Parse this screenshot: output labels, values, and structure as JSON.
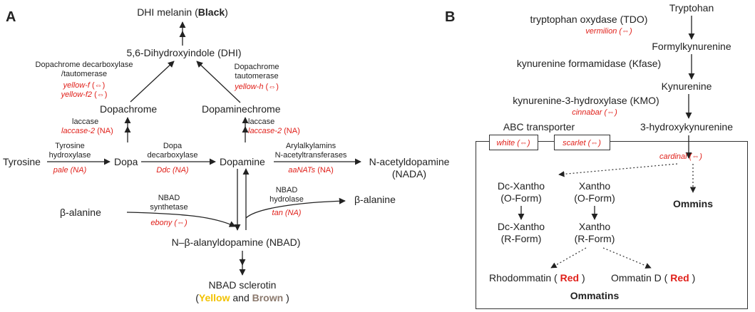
{
  "panel_a": {
    "letter": "A",
    "dhi_melanin_pre": "DHI melanin (",
    "dhi_melanin_color": "Black",
    "dhi_melanin_post": ")",
    "dhi": "5,6-Dihydroxyindole (DHI)",
    "dc_decarb_1": "Dopachrome decarboxylase",
    "dc_decarb_2": "/tautomerase",
    "yellow_f": "yellow-f",
    "yellow_f_sym": "(⇔)",
    "yellow_f2": "yellow-f2",
    "yellow_f2_sym": "(⇔)",
    "dc_taut_1": "Dopachrome",
    "dc_taut_2": "tautomerase",
    "yellow_h": "yellow-h",
    "yellow_h_sym": "(⇔)",
    "dopachrome": "Dopachrome",
    "dopaminechrome": "Dopaminechrome",
    "laccase_1": "laccase",
    "laccase2_1": "laccase-2",
    "laccase2_1_sym": "(NA)",
    "laccase_2": "laccase",
    "laccase2_2": "laccase-2",
    "laccase2_2_sym": "(NA)",
    "tyrosine": "Tyrosine",
    "tyr_hyd_1": "Tyrosine",
    "tyr_hyd_2": "hydroxylase",
    "pale": "pale (NA)",
    "dopa": "Dopa",
    "dopa_decarb_1": "Dopa",
    "dopa_decarb_2": "decarboxylase",
    "ddc": "Ddc (NA)",
    "dopamine": "Dopamine",
    "aryl_1": "Arylalkylamins",
    "aryl_2": "N-acetyltransferases",
    "aanats": "aaNATs",
    "aanats_sym": "(NA)",
    "nada_1": "N-acetyldopamine",
    "nada_2": "(NADA)",
    "nbad_hyd_1": "NBAD",
    "nbad_hyd_2": "hydrolase",
    "tan": "tan (NA)",
    "beta_alanine_right": "β-alanine",
    "beta_alanine_left": "β-alanine",
    "nbad_syn_1": "NBAD",
    "nbad_syn_2": "synthetase",
    "ebony": "ebony (⇔)",
    "nbad": "N–β-alanyldopamine (NBAD)",
    "sclerotin": "NBAD sclerotin",
    "scl_open": "(",
    "scl_yellow": "Yellow",
    "scl_and": "and",
    "scl_brown": "Brown",
    "scl_close": ")"
  },
  "panel_b": {
    "letter": "B",
    "tryptophan": "Tryptohan",
    "tdo": "tryptophan oxydase (TDO)",
    "vermilion": "vermilion (⇔)",
    "formylkyn": "Formylkynurenine",
    "kfase": "kynurenine formamidase (Kfase)",
    "kynurenine": "Kynurenine",
    "kmo": "kynurenine-3-hydroxylase (KMO)",
    "cinnabar": "cinnabar (⇔)",
    "hydroxykyn": "3-hydroxykynurenine",
    "abc": "ABC transporter",
    "white": "white (⇔)",
    "scarlet": "scarlet (⇔)",
    "cardinal": "cardinal (⇔)",
    "dc_xantho_o_1": "Dc-Xantho",
    "dc_xantho_o_2": "(O-Form)",
    "xantho_o_1": "Xantho",
    "xantho_o_2": "(O-Form)",
    "ommins": "Ommins",
    "dc_xantho_r_1": "Dc-Xantho",
    "dc_xantho_r_2": "(R-Form)",
    "xantho_r_1": "Xantho",
    "xantho_r_2": "(R-Form)",
    "rhodo_pre": "Rhodommatin (",
    "rhodo_red": "Red",
    "rhodo_post": ")",
    "ommatin_pre": "Ommatin D (",
    "ommatin_red": "Red",
    "ommatin_post": ")",
    "ommatins": "Ommatins"
  },
  "colors": {
    "gene": "#e0201a",
    "yellow": "#f2c200",
    "brown": "#8c7a6e",
    "text": "#222222"
  }
}
